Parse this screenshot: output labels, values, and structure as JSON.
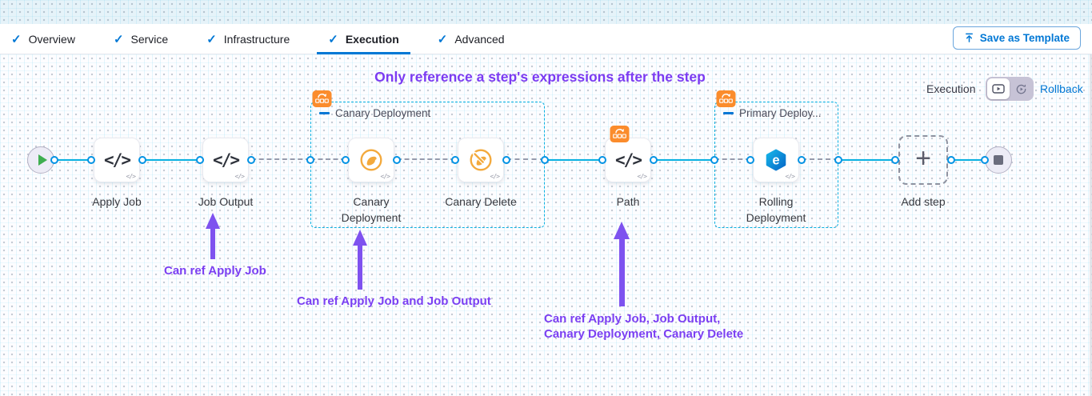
{
  "tabs": {
    "items": [
      {
        "label": "Overview"
      },
      {
        "label": "Service"
      },
      {
        "label": "Infrastructure"
      },
      {
        "label": "Execution"
      },
      {
        "label": "Advanced"
      }
    ],
    "active": "Execution"
  },
  "toolbar": {
    "save_as_template_label": "Save as Template"
  },
  "mode_switch": {
    "label": "Execution",
    "rollback_label": "Rollback"
  },
  "canvas": {
    "title": "Only reference a step's expressions after the step",
    "groups": {
      "canary": {
        "label": "Canary Deployment",
        "badge_icon": "rollback-steps-badge-icon"
      },
      "primary": {
        "label": "Primary Deploy...",
        "badge_icon": "rollback-steps-badge-icon"
      }
    },
    "steps": {
      "apply_job": {
        "label": "Apply Job",
        "icon": "code-icon"
      },
      "job_output": {
        "label": "Job Output",
        "icon": "code-icon"
      },
      "canary_deployment": {
        "label": "Canary Deployment",
        "icon": "canary-icon"
      },
      "canary_delete": {
        "label": "Canary Delete",
        "icon": "canary-delete-icon"
      },
      "path": {
        "label": "Path",
        "icon": "code-icon",
        "badge_icon": "rollback-steps-badge-icon"
      },
      "rolling_deployment": {
        "label": "Rolling Deployment",
        "icon": "rolling-deployment-icon"
      },
      "add_step": {
        "label": "Add step",
        "icon": "plus-icon"
      }
    },
    "annotations": {
      "note1": "Can ref Apply Job",
      "note2": "Can ref Apply Job and Job Output",
      "note3_line1": "Can ref Apply Job, Job Output,",
      "note3_line2": "Canary Deployment, Canary Delete"
    }
  },
  "colors": {
    "accent_blue": "#0278d5",
    "connector_blue": "#0bb1e1",
    "annotation_purple": "#7b3ff2",
    "badge_orange": "#fb8c2c",
    "canary_orange": "#f3a93c",
    "start_green": "#3fae4f"
  }
}
